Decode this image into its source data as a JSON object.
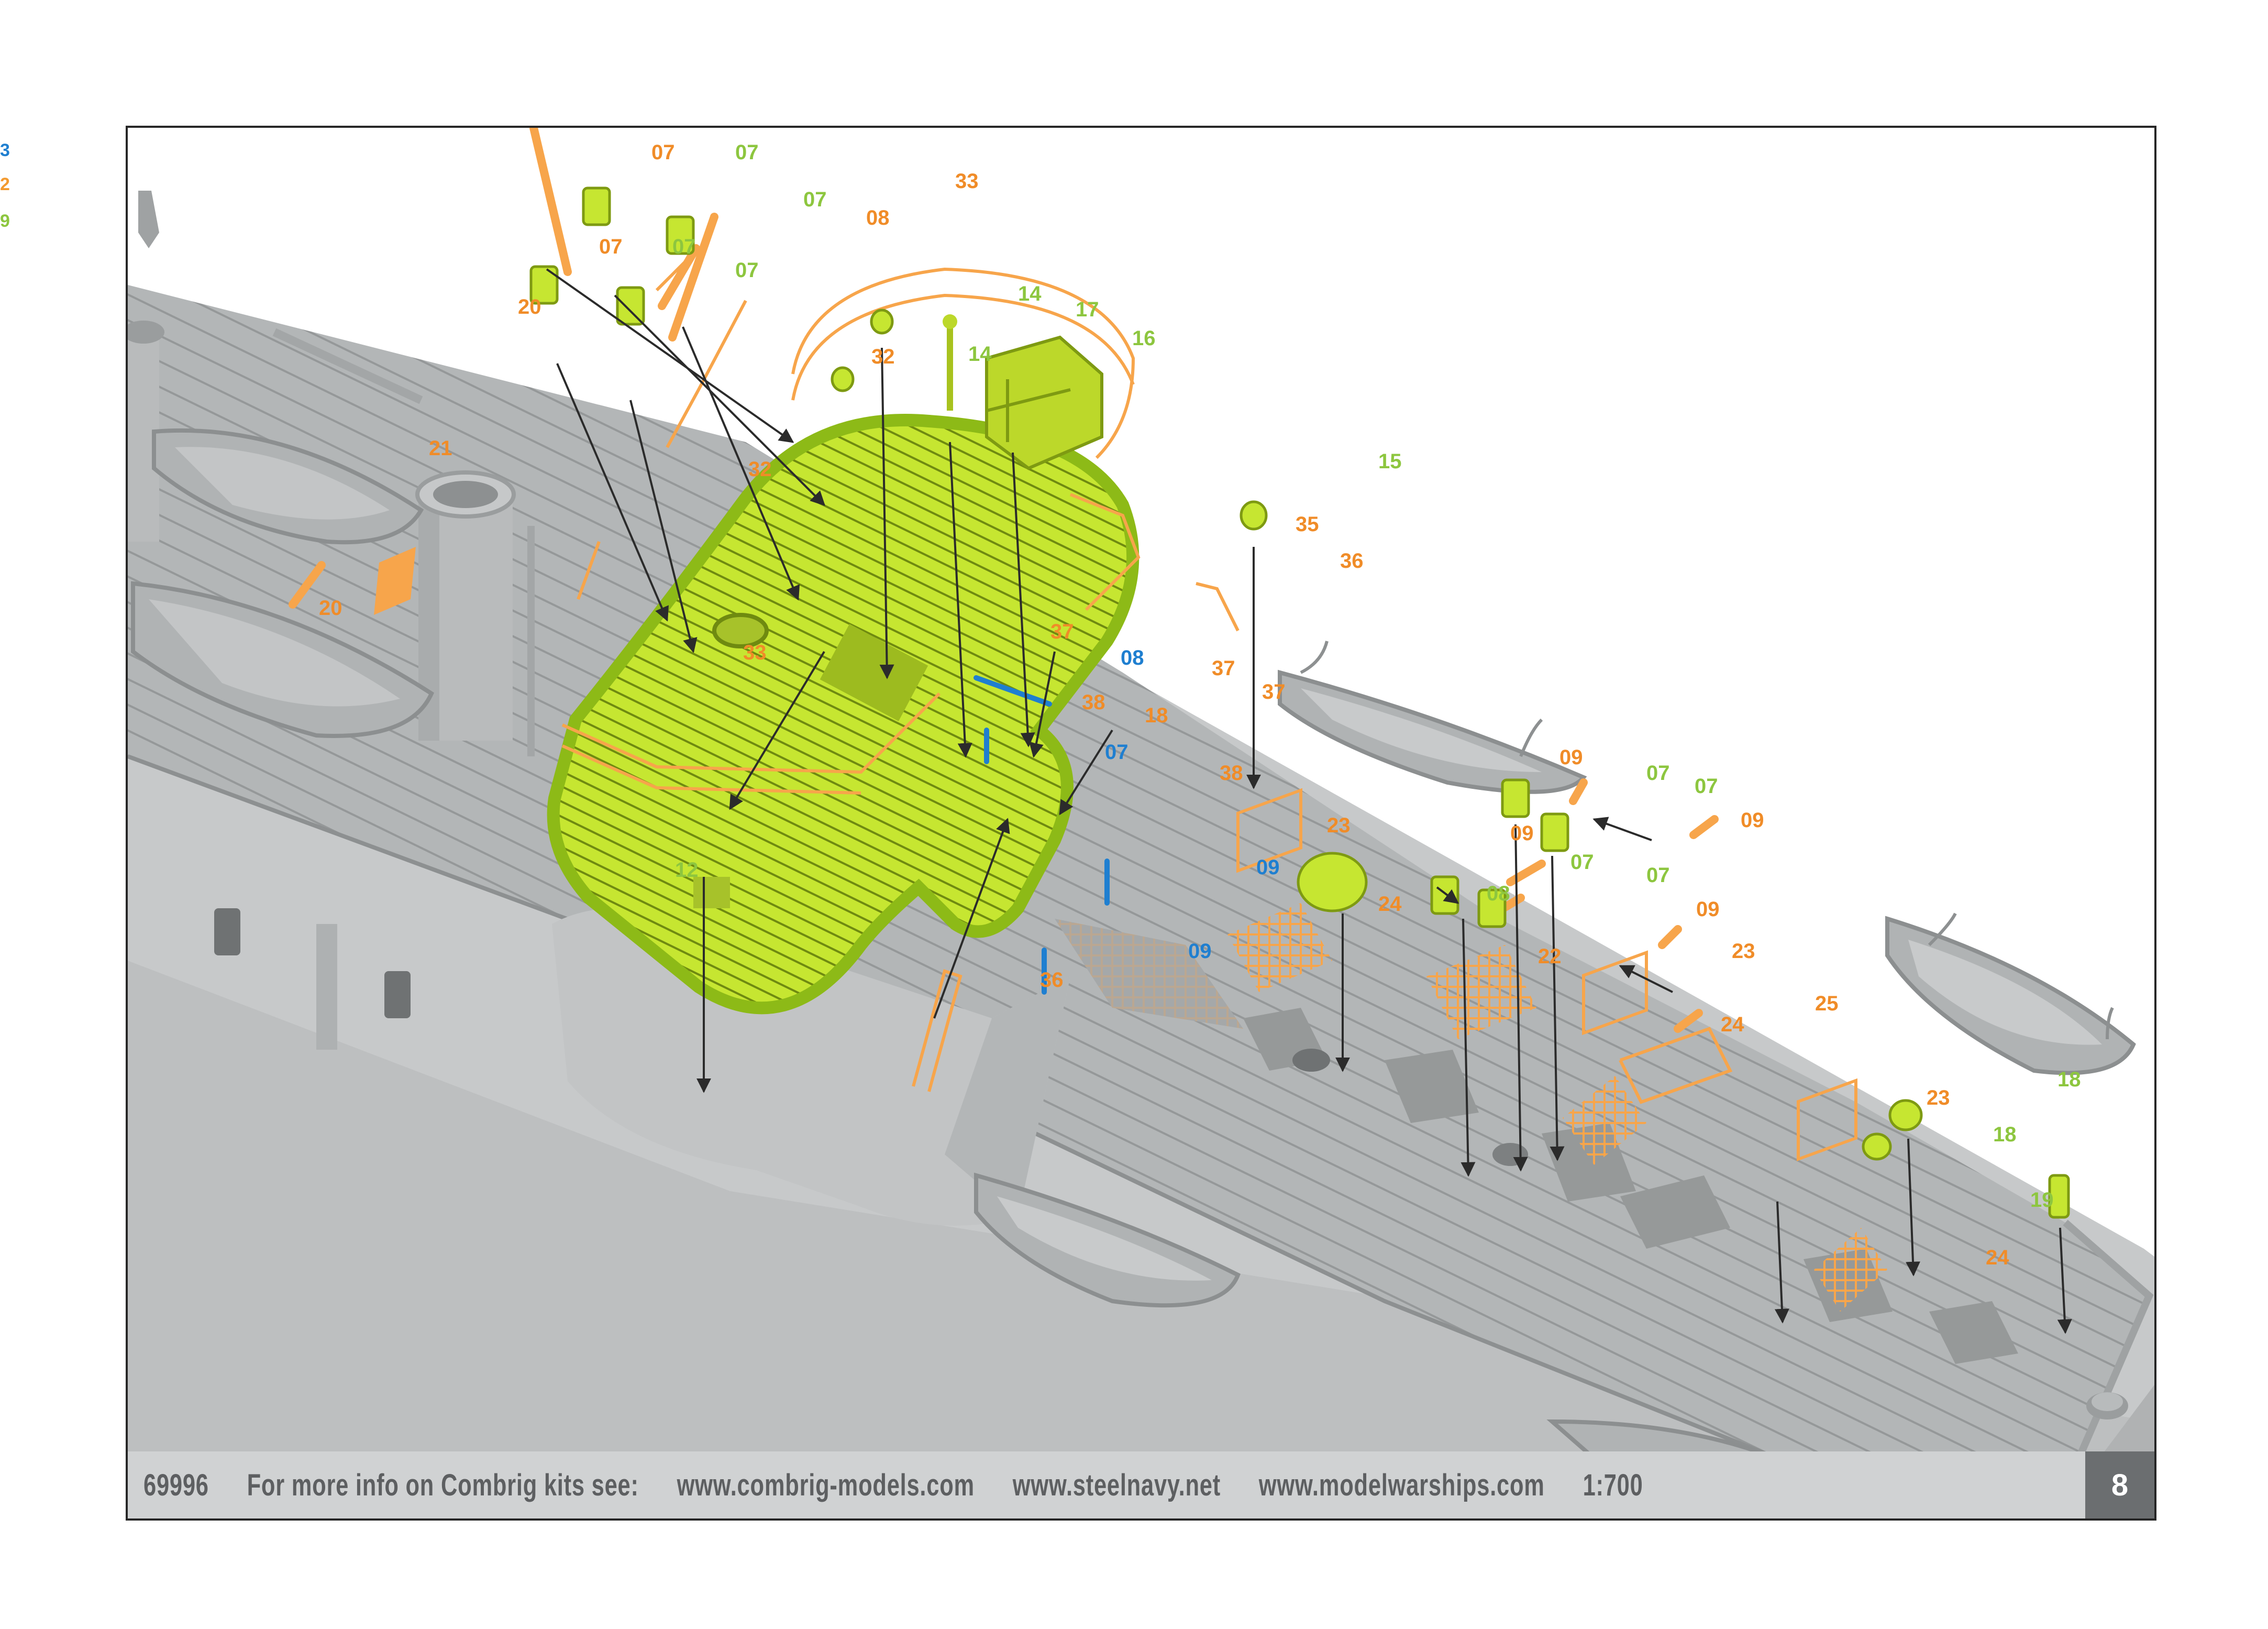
{
  "legend_edge": [
    {
      "text": "3",
      "color": "#1f7fd0"
    },
    {
      "text": "2",
      "color": "#f39a2f"
    },
    {
      "text": "9",
      "color": "#8dc63f"
    }
  ],
  "colors": {
    "hull": "#c7c9ca",
    "hull_dark": "#a7aaab",
    "deck": "#b3b6b7",
    "deck_line": "#8d9091",
    "highlight": "#c6e631",
    "highlight_dark": "#7e9a12",
    "photoetch": "#f7a54b",
    "label_orange": "#f08c28",
    "label_green": "#8dc63f",
    "label_blue": "#1f7fd0",
    "arrow": "#2b2b2b"
  },
  "callouts": [
    {
      "id": "07",
      "color": "orange"
    },
    {
      "id": "07",
      "color": "green"
    },
    {
      "id": "07",
      "color": "green"
    },
    {
      "id": "08",
      "color": "orange"
    },
    {
      "id": "33",
      "color": "orange"
    },
    {
      "id": "07",
      "color": "orange"
    },
    {
      "id": "07",
      "color": "green"
    },
    {
      "id": "07",
      "color": "green"
    },
    {
      "id": "20",
      "color": "orange"
    },
    {
      "id": "14",
      "color": "green"
    },
    {
      "id": "17",
      "color": "green"
    },
    {
      "id": "16",
      "color": "green"
    },
    {
      "id": "32",
      "color": "orange"
    },
    {
      "id": "14",
      "color": "green"
    },
    {
      "id": "21",
      "color": "orange"
    },
    {
      "id": "32",
      "color": "orange"
    },
    {
      "id": "15",
      "color": "green"
    },
    {
      "id": "35",
      "color": "orange"
    },
    {
      "id": "36",
      "color": "orange"
    },
    {
      "id": "20",
      "color": "orange"
    },
    {
      "id": "33",
      "color": "orange"
    },
    {
      "id": "37",
      "color": "orange"
    },
    {
      "id": "08",
      "color": "blue"
    },
    {
      "id": "37",
      "color": "orange"
    },
    {
      "id": "37",
      "color": "orange"
    },
    {
      "id": "38",
      "color": "orange"
    },
    {
      "id": "18",
      "color": "orange"
    },
    {
      "id": "07",
      "color": "blue"
    },
    {
      "id": "38",
      "color": "orange"
    },
    {
      "id": "09",
      "color": "orange"
    },
    {
      "id": "07",
      "color": "green"
    },
    {
      "id": "07",
      "color": "green"
    },
    {
      "id": "09",
      "color": "orange"
    },
    {
      "id": "23",
      "color": "orange"
    },
    {
      "id": "09",
      "color": "orange"
    },
    {
      "id": "07",
      "color": "green"
    },
    {
      "id": "12",
      "color": "green"
    },
    {
      "id": "09",
      "color": "blue"
    },
    {
      "id": "08",
      "color": "green"
    },
    {
      "id": "07",
      "color": "green"
    },
    {
      "id": "24",
      "color": "orange"
    },
    {
      "id": "09",
      "color": "orange"
    },
    {
      "id": "09",
      "color": "blue"
    },
    {
      "id": "22",
      "color": "orange"
    },
    {
      "id": "23",
      "color": "orange"
    },
    {
      "id": "36",
      "color": "orange"
    },
    {
      "id": "25",
      "color": "orange"
    },
    {
      "id": "24",
      "color": "orange"
    },
    {
      "id": "18",
      "color": "green"
    },
    {
      "id": "23",
      "color": "orange"
    },
    {
      "id": "18",
      "color": "green"
    },
    {
      "id": "19",
      "color": "green"
    },
    {
      "id": "24",
      "color": "orange"
    }
  ],
  "footer": {
    "kit_number": "69996",
    "info_text": "For more info on Combrig kits see:",
    "site_1": "www.combrig-models.com",
    "site_2": "www.steelnavy.net",
    "site_3": "www.modelwarships.com",
    "scale": "1:700",
    "page_number": "8"
  }
}
